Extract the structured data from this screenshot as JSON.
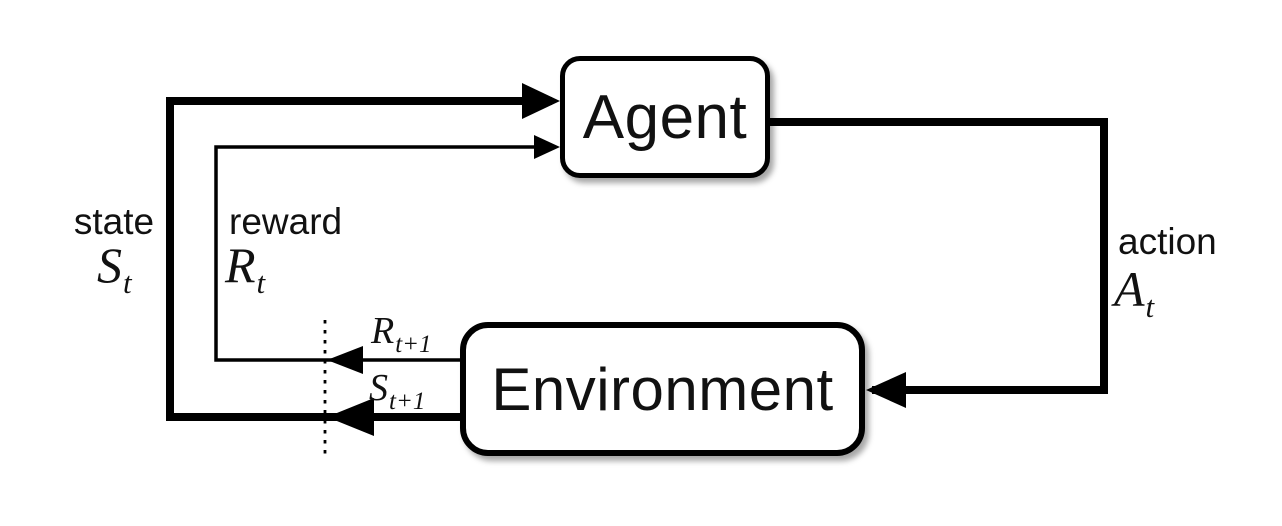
{
  "diagram": {
    "name": "reinforcement-learning-agent-environment-loop",
    "nodes": {
      "agent": {
        "label": "Agent"
      },
      "environment": {
        "label": "Environment"
      }
    },
    "labels": {
      "state": {
        "word": "state",
        "sym": "S",
        "sub": "t"
      },
      "reward": {
        "word": "reward",
        "sym": "R",
        "sub": "t"
      },
      "action": {
        "word": "action",
        "sym": "A",
        "sub": "t"
      },
      "next_reward": {
        "sym": "R",
        "sub": "t+1"
      },
      "next_state": {
        "sym": "S",
        "sub": "t+1"
      }
    },
    "edges": {
      "state_flow": "Environment to Agent (thick loop, left side)",
      "reward_flow": "Environment to Agent (thin loop, inner left)",
      "action_flow": "Agent to Environment (right side)",
      "time_step_divider": "dashed vertical line marking next time step"
    },
    "colors": {
      "line": "#000000",
      "background": "#ffffff",
      "box_fill": "#ffffff",
      "text": "#111111"
    }
  }
}
